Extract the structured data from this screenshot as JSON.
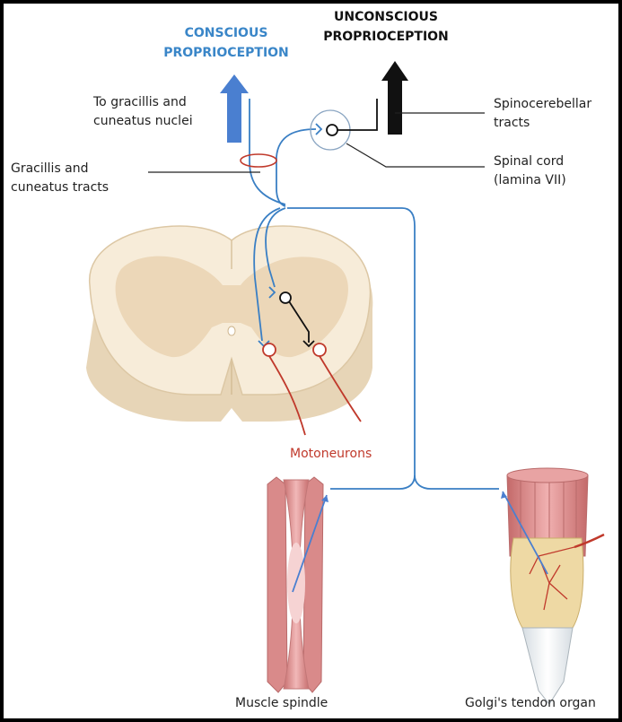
{
  "labels": {
    "conscious": "CONSCIOUS\nPROPRIOCEPTION",
    "unconscious": "UNCONSCIOUS\nPROPRIOCEPTION",
    "to_nuclei": "To gracillis and\ncuneatus nuclei",
    "gracillis_tracts": "Gracillis and\ncuneatus tracts",
    "spinocerebellar": "Spinocerebellar\ntracts",
    "spinal_cord": "Spinal cord\n(lamina VII)",
    "motoneurons": "Motoneurons",
    "muscle_spindle": "Muscle spindle",
    "golgi": "Golgi's tendon organ"
  },
  "colors": {
    "nerve_blue": "#3a7fc4",
    "arrow_blue": "#4a7fd0",
    "motor_red": "#c0392b",
    "cord_white": "#f7ecd9",
    "cord_gray": "#ecd7b8",
    "muscle": "#d98a8a",
    "tendon": "#e8ecef"
  }
}
